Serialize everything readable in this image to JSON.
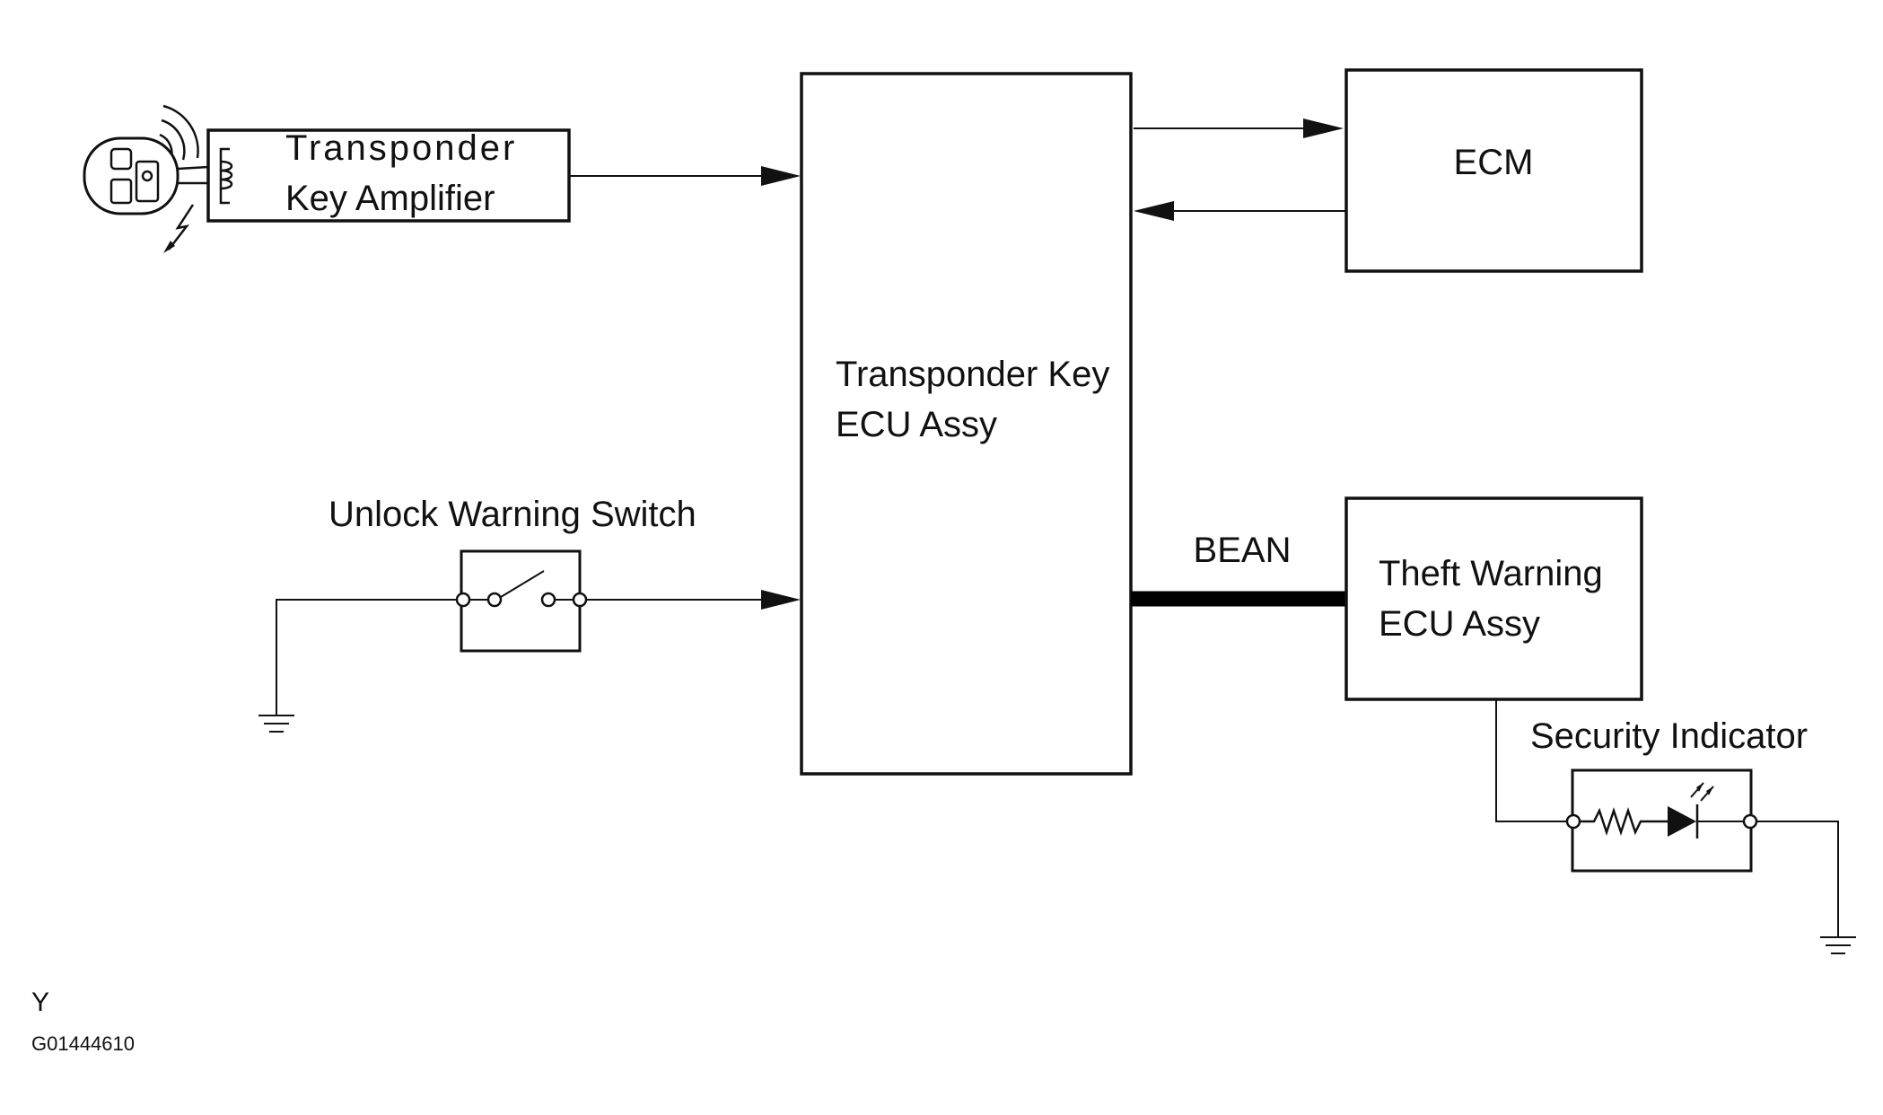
{
  "blocks": {
    "amplifier": {
      "line1": "Transponder",
      "line2": "Key Amplifier"
    },
    "ecu": {
      "line1": "Transponder Key",
      "line2": "ECU Assy"
    },
    "ecm": {
      "label": "ECM"
    },
    "theft": {
      "line1": "Theft  Warning",
      "line2": "ECU Assy"
    }
  },
  "components": {
    "switch": {
      "label": "Unlock Warning Switch"
    },
    "indicator": {
      "label": "Security Indicator"
    }
  },
  "connections": {
    "bus": {
      "label": "BEAN"
    }
  },
  "figure": {
    "view_letter": "Y",
    "figure_id": "G01444610"
  },
  "icons": {
    "key": "transponder-key-icon",
    "coil": "coil-icon",
    "switch": "open-switch-icon",
    "resistor": "resistor-icon",
    "led": "led-diode-icon",
    "ground": "ground-symbol-icon",
    "signal": "radio-wave-icon"
  },
  "colors": {
    "line": "#111111",
    "background": "#ffffff"
  }
}
